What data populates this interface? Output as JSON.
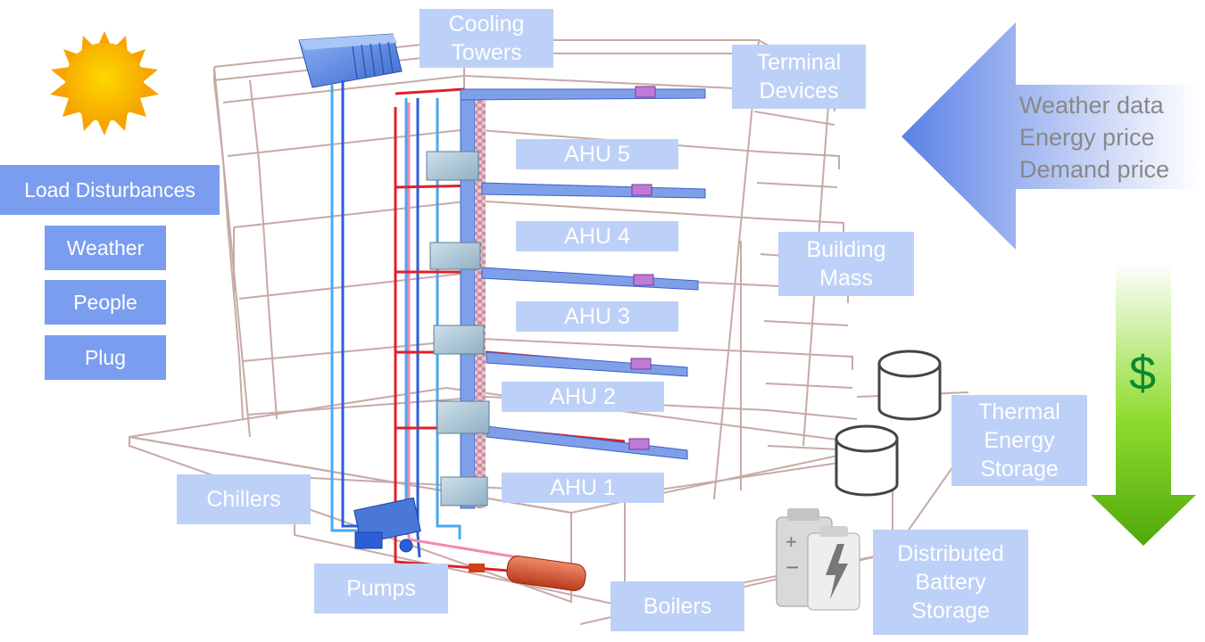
{
  "labels": {
    "cooling_towers": [
      "Cooling",
      "Towers"
    ],
    "terminal_devices": [
      "Terminal",
      "Devices"
    ],
    "ahu5": "AHU 5",
    "ahu4": "AHU 4",
    "ahu3": "AHU 3",
    "ahu2": "AHU 2",
    "ahu1": "AHU 1",
    "building_mass": [
      "Building",
      "Mass"
    ],
    "thermal_energy_storage": [
      "Thermal",
      "Energy",
      "Storage"
    ],
    "distributed_battery_storage": [
      "Distributed",
      "Battery",
      "Storage"
    ],
    "chillers": "Chillers",
    "pumps": "Pumps",
    "boilers": "Boilers"
  },
  "load_disturbances": {
    "title": "Load Disturbances",
    "items": [
      "Weather",
      "People",
      "Plug"
    ]
  },
  "external_signals": [
    "Weather data",
    "Energy price",
    "Demand price"
  ],
  "cost_symbol": "$",
  "colors": {
    "label_pale": "#bdd0f7",
    "label_solid": "#7a9df0",
    "pipe_red": "#e0202a",
    "pipe_pink": "#f28ab0",
    "pipe_blue": "#2a5fd8",
    "pipe_light_blue": "#4aa8f0",
    "duct": "#7f9fe8",
    "sun": "#f8b800",
    "cost_arrow": "#5cc40a",
    "info_arrow": "#6c8ee8"
  }
}
